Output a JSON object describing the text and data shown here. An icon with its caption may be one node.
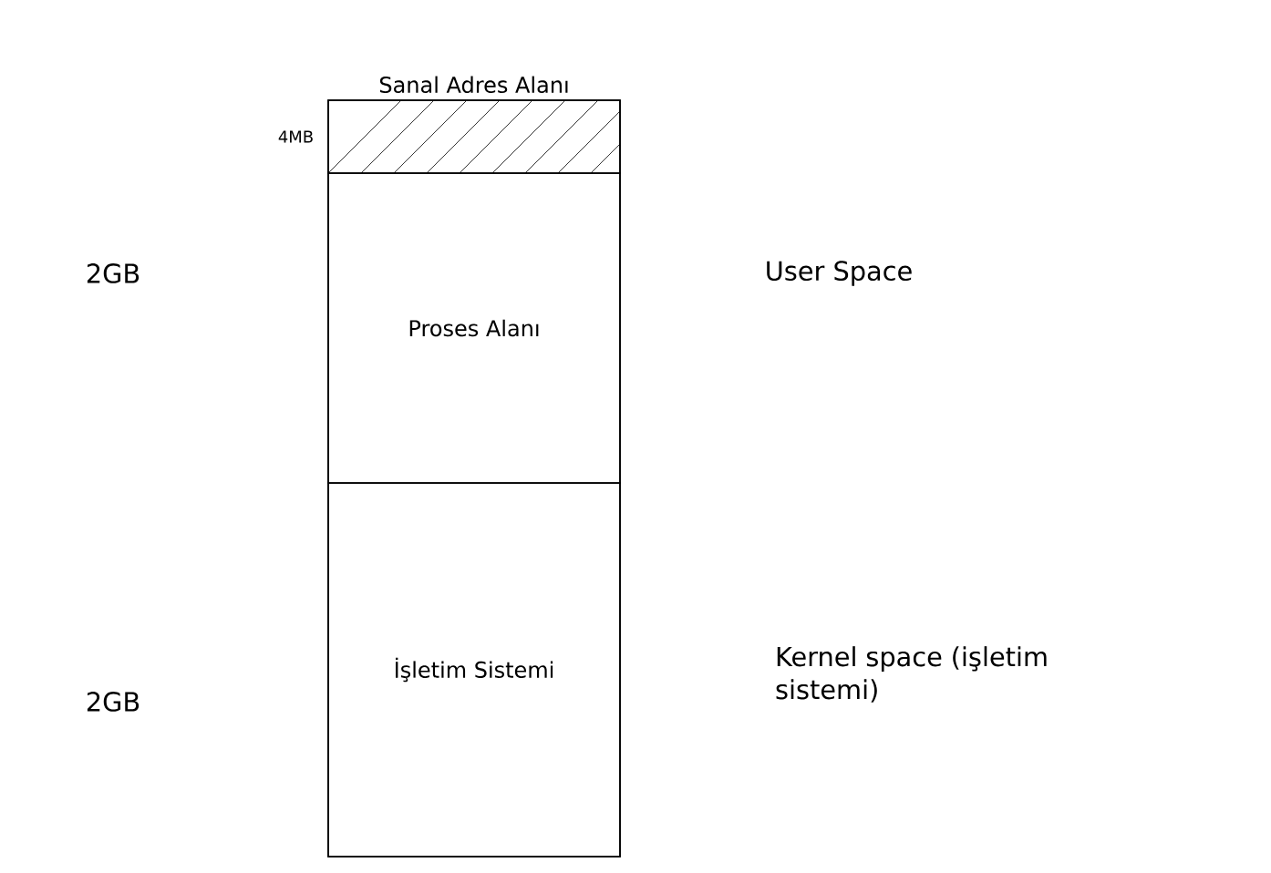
{
  "diagram": {
    "nodes": [
      {
        "text": [
          "Sanal Adres Alanı"
        ]
      },
      {
        "text": [],
        "shape": "box",
        "in": 0,
        "beside": [
          "4MB"
        ]
      },
      {
        "text": [
          "Proses Alanı"
        ],
        "in": 0
      },
      {
        "text": [
          "İşletim Sistemi"
        ],
        "in": 0
      }
    ],
    "labels": [
      "2GB",
      "User Space",
      "2GB",
      "Kernel space (işletim sistemi)"
    ]
  }
}
